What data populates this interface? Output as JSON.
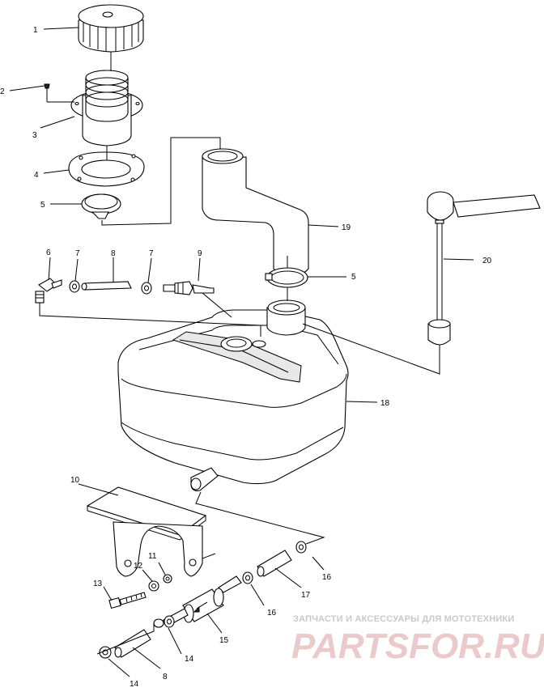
{
  "callouts": [
    "1",
    "2",
    "3",
    "4",
    "5",
    "5",
    "6",
    "7",
    "7",
    "8",
    "8",
    "9",
    "10",
    "11",
    "12",
    "13",
    "14",
    "14",
    "15",
    "16",
    "16",
    "17",
    "18",
    "19",
    "20"
  ],
  "watermark": {
    "tagline": "ЗАПЧАСТИ И АКСЕССУАРЫ ДЛЯ МОТОТЕХНИКИ",
    "brand": "PARTSFOR.RU"
  }
}
